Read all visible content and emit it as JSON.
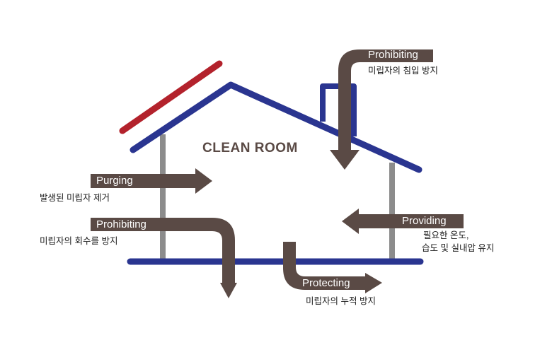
{
  "title": "CLEAN ROOM",
  "colors": {
    "brown": "#5a4a45",
    "navy": "#2a3590",
    "red": "#b3222c",
    "gray": "#8c8c8c"
  },
  "callouts": {
    "prohibiting_top": {
      "tag": "Prohibiting",
      "desc": "미립자의 침입 방지"
    },
    "purging": {
      "tag": "Purging",
      "desc": "발생된 미립자 제거"
    },
    "prohibiting_left": {
      "tag": "Prohibiting",
      "desc": "미립자의 회수를 방지"
    },
    "providing": {
      "tag": "Providing",
      "desc_line1": "필요한 온도,",
      "desc_line2": "습도 및 실내압 유지"
    },
    "protecting": {
      "tag": "Protecting",
      "desc": "미립자의 누적 방지"
    }
  }
}
